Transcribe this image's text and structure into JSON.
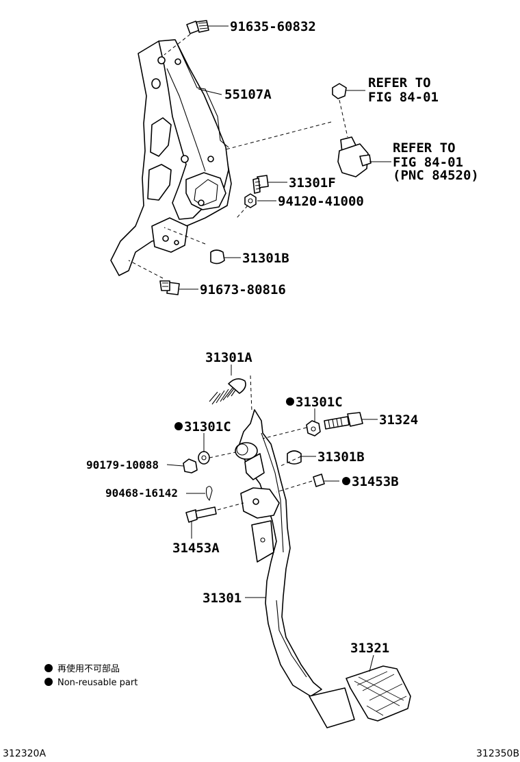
{
  "labels": {
    "p9163560832": "91635-60832",
    "p55107A": "55107A",
    "refer1_line1": "REFER TO",
    "refer1_line2": "FIG 84-01",
    "refer2_line1": "REFER TO",
    "refer2_line2": "FIG 84-01",
    "refer2_line3": "(PNC 84520)",
    "p31301F": "31301F",
    "p9412041000": "94120-41000",
    "p31301B_top": "31301B",
    "p9167380816": "91673-80816",
    "p31301A": "31301A",
    "p31301C_right": "31301C",
    "p31324": "31324",
    "p31301C_left": "31301C",
    "p9017910088": "90179-10088",
    "p31301B_mid": "31301B",
    "p31453B": "31453B",
    "p9046816142": "90468-16142",
    "p31453A": "31453A",
    "p31301": "31301",
    "p31321": "31321"
  },
  "legend": {
    "item1": "再使用不可部品",
    "item2": "Non-reusable part"
  },
  "figure_codes": {
    "left": "312320A",
    "right": "312350B"
  }
}
